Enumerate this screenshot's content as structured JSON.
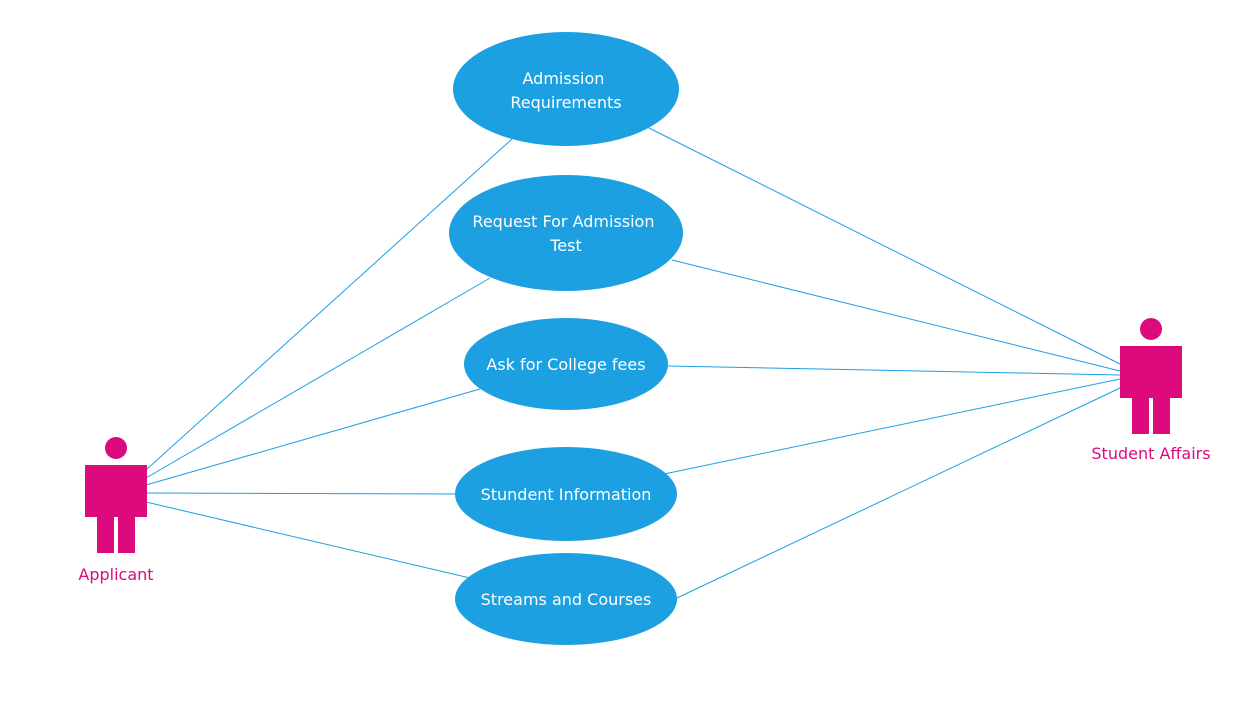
{
  "diagram": {
    "colors": {
      "usecase_fill": "#1ca0e2",
      "usecase_text": "#ffffff",
      "actor": "#dd0a7e",
      "connector": "#1ca0e2",
      "background": "#ffffff"
    },
    "actors": {
      "applicant": {
        "label": "Applicant",
        "icon": "person-icon"
      },
      "student_affairs": {
        "label": "Student Affairs",
        "icon": "person-icon"
      }
    },
    "use_cases": {
      "admission_requirements": {
        "line1": "Admission",
        "line2": "Requirements"
      },
      "request_admission_test": {
        "line1": "Request For Admission",
        "line2": "Test"
      },
      "ask_college_fees": {
        "label": "Ask for College fees"
      },
      "student_information": {
        "label": "Stundent Information"
      },
      "streams_courses": {
        "label": "Streams and Courses"
      }
    },
    "associations": [
      {
        "actor": "Applicant",
        "use_case": "Admission Requirements"
      },
      {
        "actor": "Applicant",
        "use_case": "Request For Admission Test"
      },
      {
        "actor": "Applicant",
        "use_case": "Ask for College fees"
      },
      {
        "actor": "Applicant",
        "use_case": "Stundent Information"
      },
      {
        "actor": "Applicant",
        "use_case": "Streams and Courses"
      },
      {
        "actor": "Student Affairs",
        "use_case": "Admission Requirements"
      },
      {
        "actor": "Student Affairs",
        "use_case": "Request For Admission Test"
      },
      {
        "actor": "Student Affairs",
        "use_case": "Ask for College fees"
      },
      {
        "actor": "Student Affairs",
        "use_case": "Stundent Information"
      },
      {
        "actor": "Student Affairs",
        "use_case": "Streams and Courses"
      }
    ]
  }
}
